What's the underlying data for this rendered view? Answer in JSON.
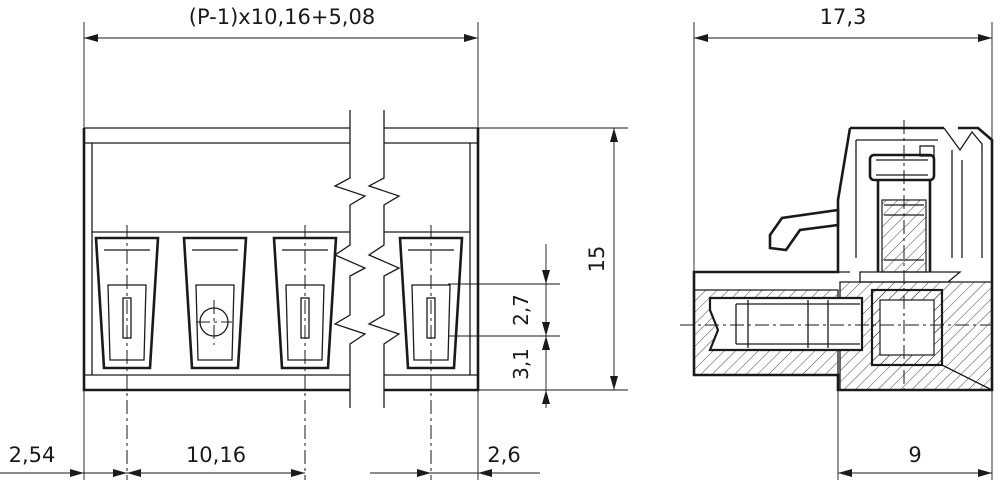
{
  "dimensions": {
    "top_width": "(P-1)x10,16+5,08",
    "side_width": "17,3",
    "height": "15",
    "pin_offset_upper": "2,7",
    "pin_offset_lower": "3,1",
    "left_offset": "2,54",
    "pitch": "10,16",
    "right_offset": "2,6",
    "side_depth": "9"
  }
}
